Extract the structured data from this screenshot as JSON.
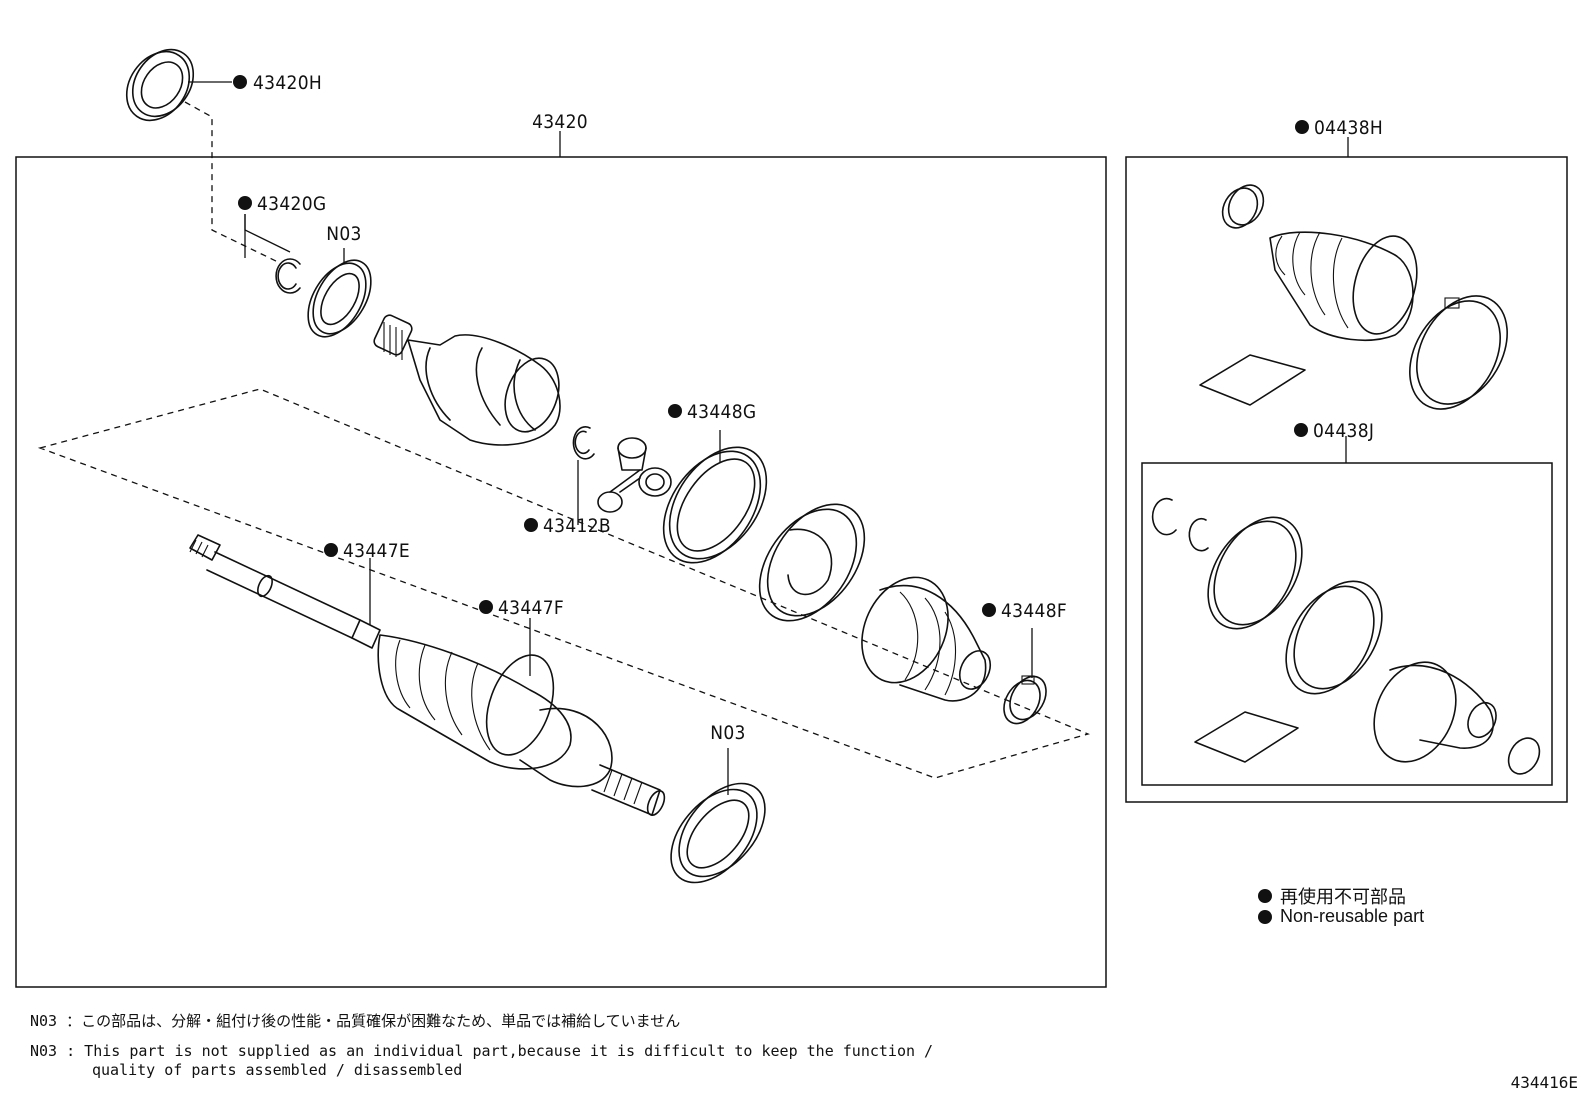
{
  "labels": {
    "p43420H": "43420H",
    "p43420": "43420",
    "p43420G": "43420G",
    "n03_top": "N03",
    "p43448G": "43448G",
    "p43412B": "43412B",
    "p43447E": "43447E",
    "p43447F": "43447F",
    "p43448F": "43448F",
    "n03_bottom": "N03",
    "p04438H": "04438H",
    "p04438J": "04438J"
  },
  "legend": {
    "jp": "再使用不可部品",
    "en": "Non-reusable part"
  },
  "notes": {
    "jp_code": "N03",
    "jp_text": "：この部品は、分解・組付け後の性能・品質確保が困難なため、単品では補給していません",
    "en_code": "N03",
    "en_line1": ": This part is not supplied as an individual part,because it is difficult to keep the function /",
    "en_line2": "quality of parts assembled / disassembled"
  },
  "figure_id": "434416E"
}
